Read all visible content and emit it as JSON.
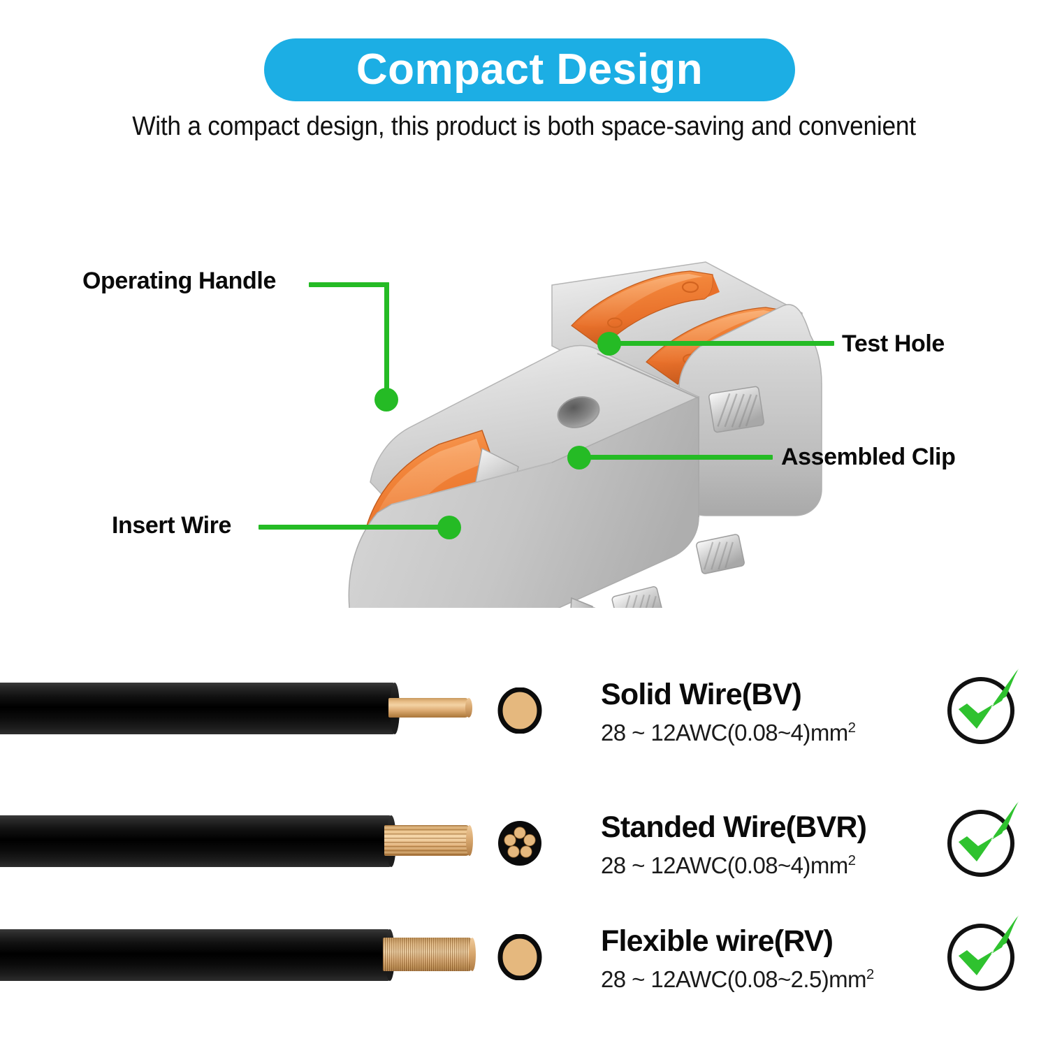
{
  "header": {
    "badge_title": "Compact Design",
    "badge_color": "#1CAEE4",
    "subtitle": "With a compact design, this product is both space-saving and convenient"
  },
  "product": {
    "name": "lever-nut-wire-connector",
    "body_color": "#CFCFCF",
    "lever_color": "#F07C2C",
    "callout_color": "#25BB25",
    "callouts": [
      {
        "id": "operating-handle",
        "label": "Operating Handle"
      },
      {
        "id": "test-hole",
        "label": "Test Hole"
      },
      {
        "id": "assembled-clip",
        "label": "Assembled Clip"
      },
      {
        "id": "insert-wire",
        "label": "Insert Wire"
      }
    ]
  },
  "wire_types": [
    {
      "id": "solid-wire",
      "title": "Solid Wire(BV)",
      "spec_prefix": "28 ~ 12AWC(0.08~4)mm",
      "spec_sup": "2",
      "cross_section": "solid-copper-circle",
      "supported": true
    },
    {
      "id": "stranded-wire",
      "title": "Standed Wire(BVR)",
      "spec_prefix": "28 ~ 12AWC(0.08~4)mm",
      "spec_sup": "2",
      "cross_section": "stranded-copper-circle",
      "supported": true
    },
    {
      "id": "flexible-wire",
      "title": "Flexible wire(RV)",
      "spec_prefix": "28 ~ 12AWC(0.08~2.5)mm",
      "spec_sup": "2",
      "cross_section": "solid-copper-circle",
      "supported": true
    }
  ],
  "colors": {
    "copper": "#E5B87E",
    "insulation": "#0B0B0B",
    "check_green": "#2FC22F",
    "check_ring": "#111111"
  }
}
